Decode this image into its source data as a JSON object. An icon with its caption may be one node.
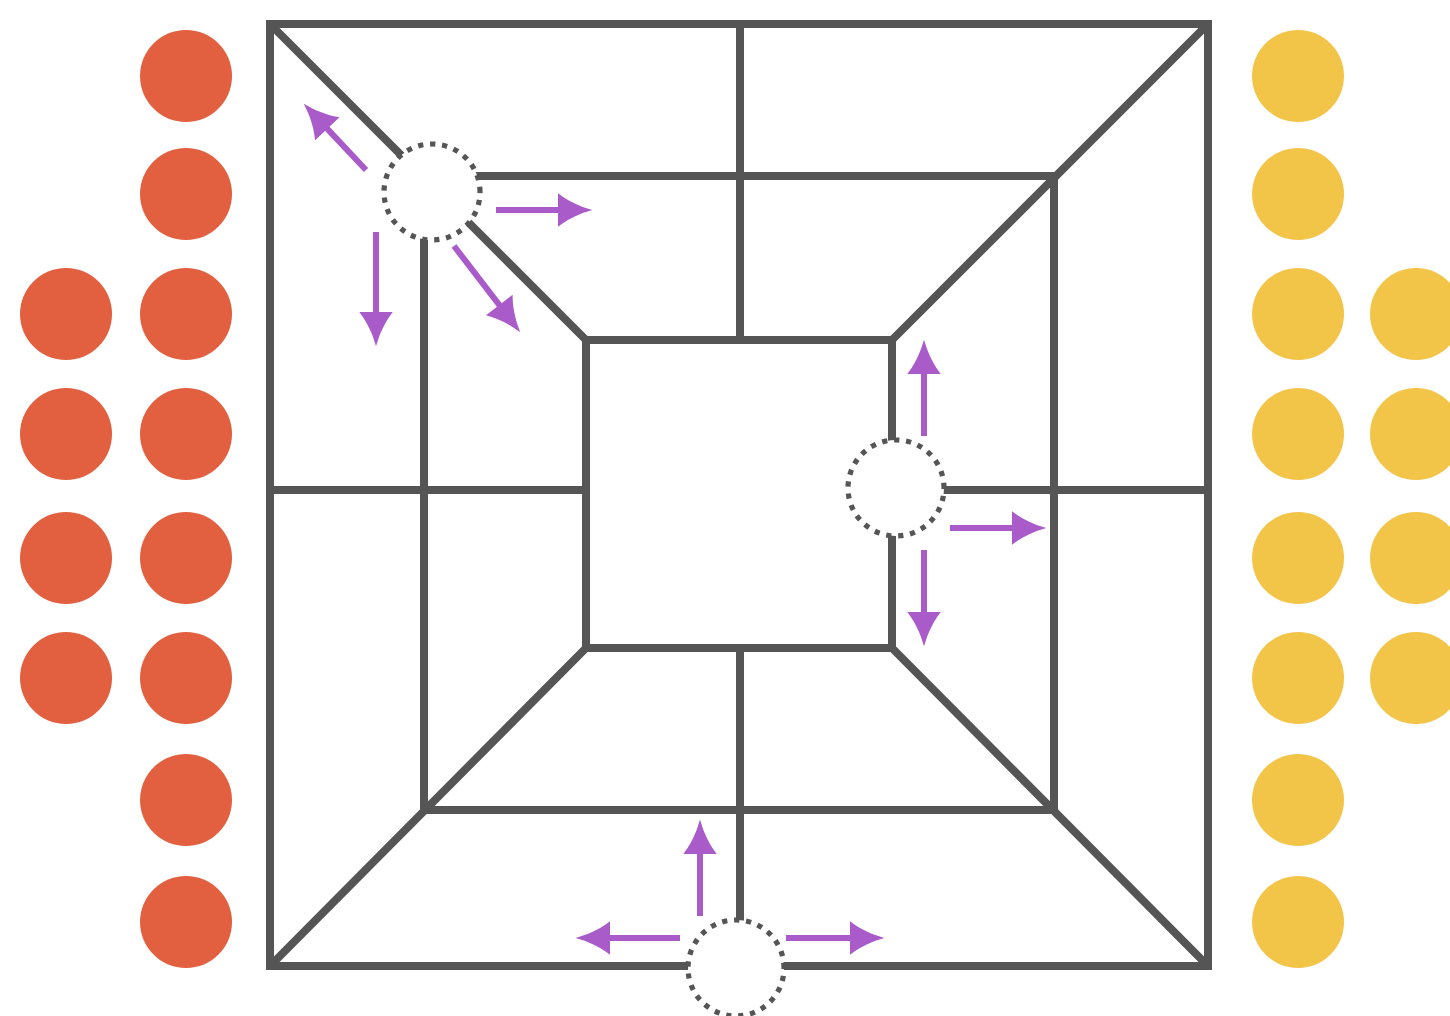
{
  "diagram": {
    "nodes": [
      {
        "text": [],
        "shape": "circle"
      },
      {
        "text": [],
        "shape": "circle"
      },
      {
        "text": [],
        "shape": "circle"
      }
    ],
    "edges": [
      {
        "from": 0,
        "to": null,
        "arrow": "to"
      },
      {
        "from": 0,
        "to": null,
        "arrow": "to"
      },
      {
        "from": 0,
        "to": null,
        "arrow": "to"
      },
      {
        "from": 0,
        "to": null,
        "arrow": "to"
      },
      {
        "from": 1,
        "to": null,
        "arrow": "to"
      },
      {
        "from": 1,
        "to": null,
        "arrow": "to"
      },
      {
        "from": 1,
        "to": null,
        "arrow": "to"
      },
      {
        "from": 2,
        "to": null,
        "arrow": "to"
      },
      {
        "from": 2,
        "to": null,
        "arrow": "to"
      },
      {
        "from": 2,
        "to": null,
        "arrow": "to"
      }
    ]
  }
}
